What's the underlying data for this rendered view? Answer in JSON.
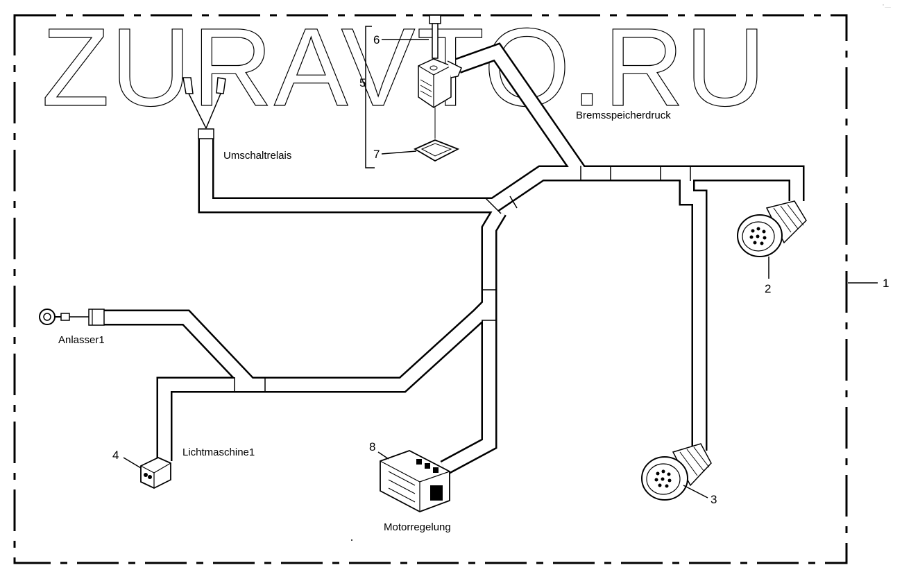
{
  "watermark": "ZURAVTO.RU",
  "corner_mark": "° ___",
  "callouts": {
    "c1": "1",
    "c2": "2",
    "c3": "3",
    "c4": "4",
    "c5": "5",
    "c6": "6",
    "c7": "7",
    "c8": "8"
  },
  "labels": {
    "umschaltrelais": "Umschaltrelais",
    "bremsspeicherdruck": "Bremsspeicherdruck",
    "anlasser": "Anlasser1",
    "lichtmaschine": "Lichtmaschine1",
    "motorregelung": "Motorregelung"
  }
}
